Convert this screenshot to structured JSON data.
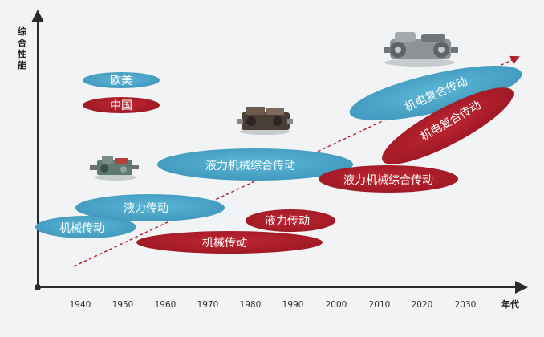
{
  "axes": {
    "y_label_chars": [
      "综",
      "合",
      "性",
      "能"
    ],
    "x_label": "年代",
    "x_ticks": [
      "1940",
      "1950",
      "1960",
      "1970",
      "1980",
      "1990",
      "2000",
      "2010",
      "2020",
      "2030"
    ]
  },
  "legend": {
    "western": "欧美",
    "china": "中国"
  },
  "colors": {
    "western": "#4aa6c8",
    "china": "#b01e2a",
    "axis": "#2b2b2b",
    "trend": "#b01e2a",
    "background": "#f2f3f4"
  },
  "ellipses": [
    {
      "id": "western-mechanical",
      "group": "western",
      "label": "机械传动"
    },
    {
      "id": "western-hydraulic",
      "group": "western",
      "label": "液力传动"
    },
    {
      "id": "western-hydro-mech",
      "group": "western",
      "label": "液力机械综合传动"
    },
    {
      "id": "western-electro-mech",
      "group": "western",
      "label": "机电复合传动"
    },
    {
      "id": "china-mechanical",
      "group": "china",
      "label": "机械传动"
    },
    {
      "id": "china-hydraulic",
      "group": "china",
      "label": "液力传动"
    },
    {
      "id": "china-hydro-mech",
      "group": "china",
      "label": "液力机械综合传动"
    },
    {
      "id": "china-electro-mech",
      "group": "china",
      "label": "机电复合传动"
    }
  ],
  "images": [
    "gearbox-small-image",
    "gearbox-medium-image",
    "electro-drive-image"
  ]
}
